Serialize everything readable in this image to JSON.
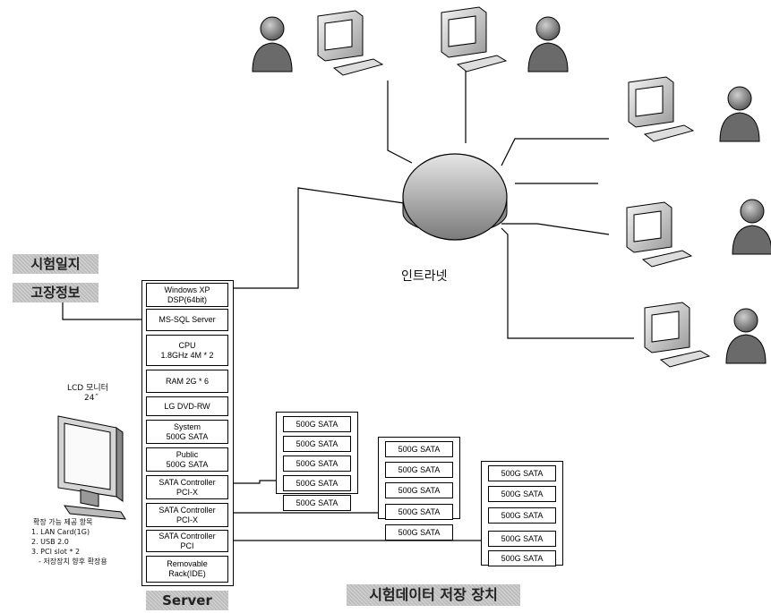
{
  "network_label": "인트라넷",
  "badges": {
    "test_log": "시험일지",
    "fault_info": "고장정보",
    "server": "Server",
    "storage": "시험데이터 저장 장치"
  },
  "monitor": {
    "title": "LCD 모니터",
    "size": "24˝"
  },
  "server_components": [
    {
      "text": "Windows XP\nDSP(64bit)"
    },
    {
      "text": "MS-SQL Server"
    },
    {
      "text": "CPU\n1.8GHz 4M * 2"
    },
    {
      "text": "RAM 2G * 6"
    },
    {
      "text": "LG DVD-RW"
    },
    {
      "text": "System\n500G SATA"
    },
    {
      "text": "Public\n500G SATA"
    },
    {
      "text": "SATA Controller\nPCI-X"
    },
    {
      "text": "SATA Controller\nPCI-X"
    },
    {
      "text": "SATA Controller\nPCI"
    },
    {
      "text": "Removable\nRack(IDE)"
    }
  ],
  "storage_arrays": [
    {
      "drives": [
        "500G SATA",
        "500G SATA",
        "500G SATA",
        "500G SATA",
        "500G SATA"
      ]
    },
    {
      "drives": [
        "500G SATA",
        "500G SATA",
        "500G SATA",
        "500G SATA",
        "500G SATA"
      ]
    },
    {
      "drives": [
        "500G SATA",
        "500G SATA",
        "500G SATA",
        "500G SATA",
        "500G SATA"
      ]
    }
  ],
  "expansion_notes": {
    "title": "확장 가능 제공 항목",
    "items": [
      "1. LAN Card(1G)",
      "2. USB 2.0",
      "3. PCI slot * 2",
      "- 저장장치 향후 확장용"
    ]
  }
}
